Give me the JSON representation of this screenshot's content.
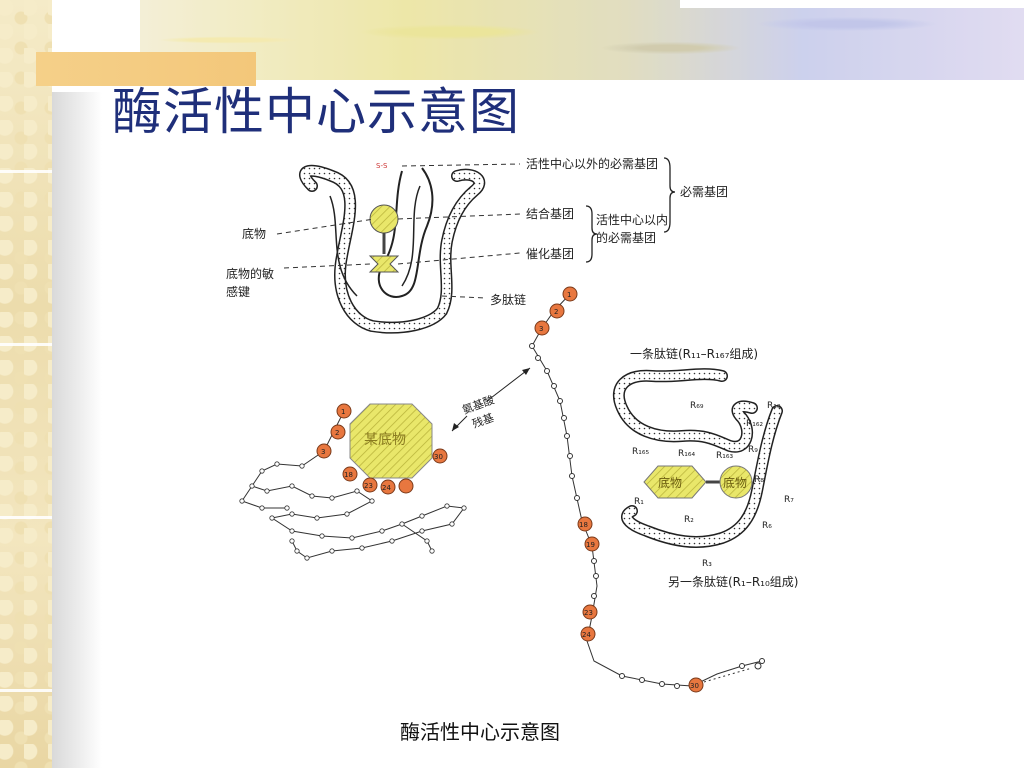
{
  "slide": {
    "title": "酶活性中心示意图"
  },
  "figure": {
    "top_labels": {
      "outside_groups": "活性中心以外的必需基团",
      "necessary_groups": "必需基团",
      "binding_group": "结合基团",
      "inside_groups_line1": "活性中心以内",
      "inside_groups_line2": "的必需基团",
      "catalytic_group": "催化基团",
      "substrate": "底物",
      "sensitive_bond_line1": "底物的敏",
      "sensitive_bond_line2": "感键",
      "polypeptide": "多肽链",
      "ss_mark": "S-S"
    },
    "left_cluster": {
      "substrate": "某底物",
      "residues_line1": "氨基酸",
      "residues_line2": "残基",
      "bead_numbers": [
        "1",
        "2",
        "3",
        "30",
        "18",
        "23",
        "24"
      ]
    },
    "center_chain": {
      "bead_numbers": [
        "1",
        "2",
        "3",
        "18",
        "19",
        "23",
        "24",
        "30"
      ]
    },
    "right_cluster": {
      "chain_label": "一条肽链(R₁₁–R₁₆₇组成)",
      "other_chain_label": "另一条肽链(R₁–R₁₀组成)",
      "substrate_left": "底物",
      "substrate_right": "底物",
      "residue_labels": [
        "R₆₉",
        "R₁₆₂",
        "R₁₀",
        "R₁₆₅",
        "R₁₆₄",
        "R₁₆₃",
        "R₉",
        "R₈",
        "R₇",
        "R₁",
        "R₂",
        "R₆",
        "R₃"
      ]
    }
  },
  "caption": "酶活性中心示意图",
  "colors": {
    "title": "#1f2f7a",
    "bead": "#e8773f",
    "substrate": "#e9e76a"
  }
}
